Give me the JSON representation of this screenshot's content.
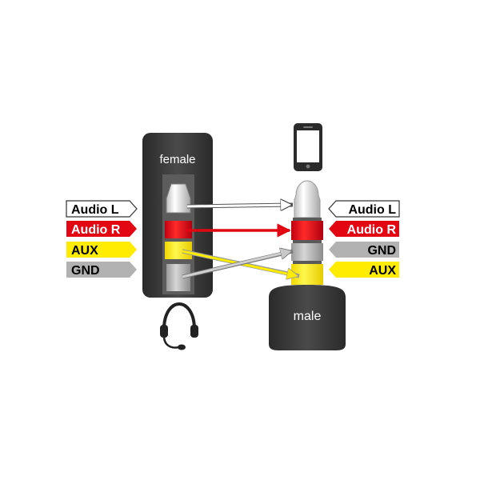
{
  "female_jack": {
    "label": "female",
    "body_color": "#3a3a3a",
    "rings": [
      "white",
      "red",
      "yellow",
      "gray"
    ]
  },
  "male_plug": {
    "label": "male",
    "body_color": "#3a3a3a",
    "rings": [
      "white",
      "red",
      "gray",
      "yellow"
    ]
  },
  "left_labels": [
    {
      "text": "Audio L",
      "fill": "#ffffff",
      "text_color": "#000000"
    },
    {
      "text": "Audio R",
      "fill": "#e30613",
      "text_color": "#ffffff"
    },
    {
      "text": "AUX",
      "fill": "#ffec00",
      "text_color": "#000000"
    },
    {
      "text": "GND",
      "fill": "#b2b2b2",
      "text_color": "#000000"
    }
  ],
  "right_labels": [
    {
      "text": "Audio L",
      "fill": "#ffffff",
      "text_color": "#000000"
    },
    {
      "text": "Audio R",
      "fill": "#e30613",
      "text_color": "#ffffff"
    },
    {
      "text": "GND",
      "fill": "#b2b2b2",
      "text_color": "#000000"
    },
    {
      "text": "AUX",
      "fill": "#ffec00",
      "text_color": "#000000"
    }
  ],
  "icons": {
    "phone": "smartphone-icon",
    "headset": "headset-icon"
  },
  "colors": {
    "white": "#ffffff",
    "red": "#e30613",
    "yellow": "#ffec00",
    "gray": "#b2b2b2",
    "dark": "#3a3a3a"
  }
}
